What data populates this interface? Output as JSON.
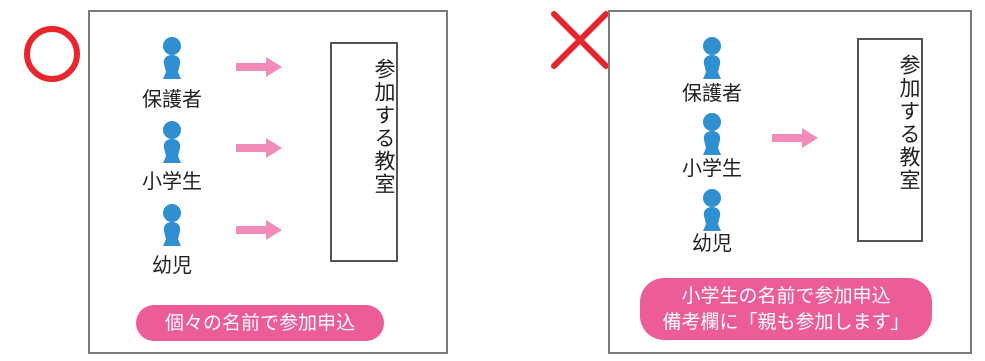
{
  "colors": {
    "figure_blue": "#2f8fd1",
    "arrow_pink": "#f38bb8",
    "pill_pink": "#ec5d97",
    "ok_red": "#e8262e",
    "ng_red": "#e8262e",
    "frame_gray": "#7a7a7a"
  },
  "left_panel": {
    "mark": "circle-ok-mark",
    "people": [
      {
        "label": "保護者",
        "icon": "person-icon"
      },
      {
        "label": "小学生",
        "icon": "person-icon"
      },
      {
        "label": "幼児",
        "icon": "person-icon"
      }
    ],
    "arrows_count": 3,
    "classroom_label": "参加する教室",
    "note": "個々の名前で参加申込"
  },
  "right_panel": {
    "mark": "cross-ng-mark",
    "people": [
      {
        "label": "保護者",
        "icon": "person-icon"
      },
      {
        "label": "小学生",
        "icon": "person-icon"
      },
      {
        "label": "幼児",
        "icon": "person-icon"
      }
    ],
    "arrows_count": 1,
    "classroom_label": "参加する教室",
    "note_line1": "小学生の名前で参加申込",
    "note_line2": "備考欄に「親も参加します」"
  }
}
